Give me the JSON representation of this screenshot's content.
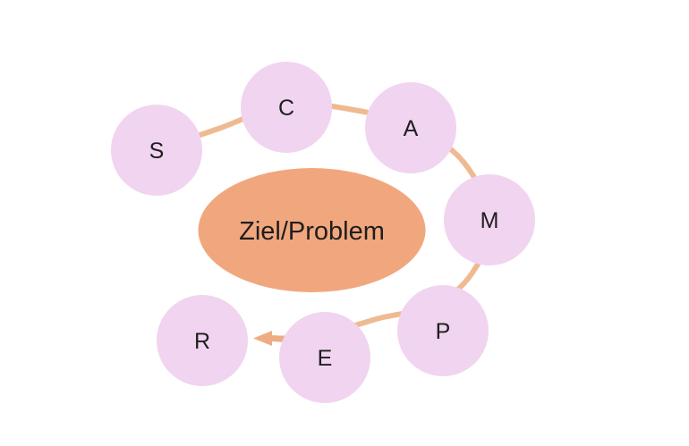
{
  "diagram": {
    "center_label": "Ziel/Problem",
    "nodes": [
      {
        "label": "S"
      },
      {
        "label": "C"
      },
      {
        "label": "A"
      },
      {
        "label": "M"
      },
      {
        "label": "P"
      },
      {
        "label": "E"
      },
      {
        "label": "R"
      }
    ],
    "colors": {
      "background": "#FFFFFF",
      "node_fill": "#F1D4F0",
      "center_fill": "#F1A77D",
      "arc": "#EFBA92",
      "arrow": "#EFAC84",
      "text": "#1E1E1E"
    }
  }
}
